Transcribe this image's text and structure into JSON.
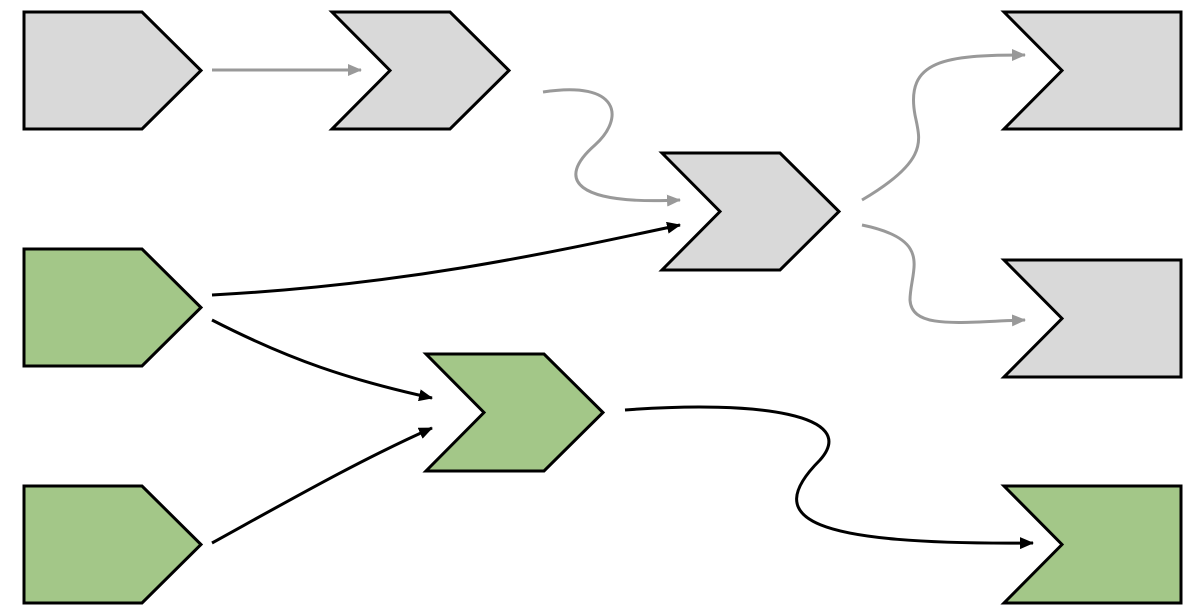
{
  "colors": {
    "active_fill": "#a3c788",
    "inactive_fill": "#d9d9d9",
    "outline": "#000000",
    "active_edge": "#000000",
    "inactive_edge": "#999999"
  },
  "nodes": [
    {
      "id": "source-1",
      "shape": "tag",
      "state": "inactive"
    },
    {
      "id": "source-2",
      "shape": "tag",
      "state": "active"
    },
    {
      "id": "source-3",
      "shape": "tag",
      "state": "active"
    },
    {
      "id": "step-1",
      "shape": "chevron",
      "state": "inactive"
    },
    {
      "id": "step-2",
      "shape": "chevron",
      "state": "inactive"
    },
    {
      "id": "step-3",
      "shape": "chevron",
      "state": "active"
    },
    {
      "id": "sink-1",
      "shape": "notched",
      "state": "inactive"
    },
    {
      "id": "sink-2",
      "shape": "notched",
      "state": "inactive"
    },
    {
      "id": "sink-3",
      "shape": "notched",
      "state": "active"
    }
  ],
  "edges": [
    {
      "from": "source-1",
      "to": "step-1",
      "state": "inactive"
    },
    {
      "from": "step-1",
      "to": "step-2",
      "state": "inactive"
    },
    {
      "from": "source-2",
      "to": "step-2",
      "state": "active"
    },
    {
      "from": "step-2",
      "to": "sink-1",
      "state": "inactive"
    },
    {
      "from": "step-2",
      "to": "sink-2",
      "state": "inactive"
    },
    {
      "from": "source-2",
      "to": "step-3",
      "state": "active"
    },
    {
      "from": "source-3",
      "to": "step-3",
      "state": "active"
    },
    {
      "from": "step-3",
      "to": "sink-3",
      "state": "active"
    }
  ]
}
